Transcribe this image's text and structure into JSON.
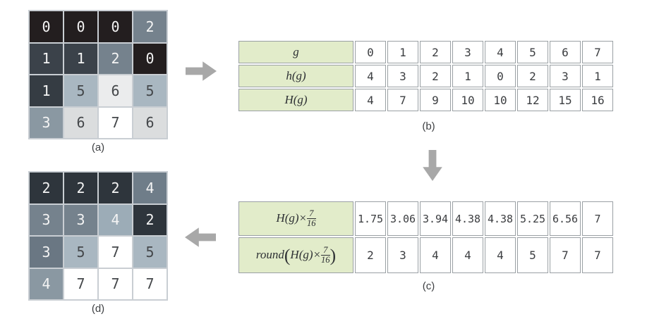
{
  "colors": {
    "arrow": "#a8a8a8",
    "header_green": "#e2ecca",
    "table_border": "#9aa0a4",
    "grid_line": "#c9ced3",
    "caption": "#3d3f42"
  },
  "grid_a": {
    "caption": "(a)",
    "cells": [
      {
        "v": "0",
        "bg": "#231e1f",
        "fg": "#f4f4f4"
      },
      {
        "v": "0",
        "bg": "#231e1f",
        "fg": "#f4f4f4"
      },
      {
        "v": "0",
        "bg": "#231e1f",
        "fg": "#f4f4f4"
      },
      {
        "v": "2",
        "bg": "#75828d",
        "fg": "#f4f4f4"
      },
      {
        "v": "1",
        "bg": "#3b424a",
        "fg": "#f4f4f4"
      },
      {
        "v": "1",
        "bg": "#3b424a",
        "fg": "#f4f4f4"
      },
      {
        "v": "2",
        "bg": "#75828d",
        "fg": "#f4f4f4"
      },
      {
        "v": "0",
        "bg": "#231e1f",
        "fg": "#f4f4f4"
      },
      {
        "v": "1",
        "bg": "#353c43",
        "fg": "#f4f4f4"
      },
      {
        "v": "5",
        "bg": "#a9b7c1",
        "fg": "#44474a"
      },
      {
        "v": "6",
        "bg": "#ebeced",
        "fg": "#44474a"
      },
      {
        "v": "5",
        "bg": "#a9b7c1",
        "fg": "#44474a"
      },
      {
        "v": "3",
        "bg": "#8a98a2",
        "fg": "#f4f4f4"
      },
      {
        "v": "6",
        "bg": "#dbddde",
        "fg": "#44474a"
      },
      {
        "v": "7",
        "bg": "#ffffff",
        "fg": "#44474a"
      },
      {
        "v": "6",
        "bg": "#dbddde",
        "fg": "#44474a"
      }
    ]
  },
  "grid_d": {
    "caption": "(d)",
    "cells": [
      {
        "v": "2",
        "bg": "#2e353c",
        "fg": "#f4f4f4"
      },
      {
        "v": "2",
        "bg": "#2e353c",
        "fg": "#f4f4f4"
      },
      {
        "v": "2",
        "bg": "#2e353c",
        "fg": "#f4f4f4"
      },
      {
        "v": "4",
        "bg": "#6f7d89",
        "fg": "#f4f4f4"
      },
      {
        "v": "3",
        "bg": "#75828d",
        "fg": "#f4f4f4"
      },
      {
        "v": "3",
        "bg": "#75828d",
        "fg": "#f4f4f4"
      },
      {
        "v": "4",
        "bg": "#9cacb7",
        "fg": "#f4f4f4"
      },
      {
        "v": "2",
        "bg": "#2e353c",
        "fg": "#f4f4f4"
      },
      {
        "v": "3",
        "bg": "#6a7783",
        "fg": "#f4f4f4"
      },
      {
        "v": "5",
        "bg": "#a9b7c1",
        "fg": "#44474a"
      },
      {
        "v": "7",
        "bg": "#ffffff",
        "fg": "#44474a"
      },
      {
        "v": "5",
        "bg": "#a9b7c1",
        "fg": "#44474a"
      },
      {
        "v": "4",
        "bg": "#8a98a2",
        "fg": "#f4f4f4"
      },
      {
        "v": "7",
        "bg": "#ffffff",
        "fg": "#44474a"
      },
      {
        "v": "7",
        "bg": "#ffffff",
        "fg": "#44474a"
      },
      {
        "v": "7",
        "bg": "#ffffff",
        "fg": "#44474a"
      }
    ]
  },
  "table_b": {
    "caption": "(b)",
    "rows": [
      {
        "header": "g",
        "values": [
          "0",
          "1",
          "2",
          "3",
          "4",
          "5",
          "6",
          "7"
        ]
      },
      {
        "header": "h(g)",
        "values": [
          "4",
          "3",
          "2",
          "1",
          "0",
          "2",
          "3",
          "1"
        ]
      },
      {
        "header": "H(g)",
        "values": [
          "4",
          "7",
          "9",
          "10",
          "10",
          "12",
          "15",
          "16"
        ]
      }
    ]
  },
  "table_c": {
    "caption": "(c)",
    "rows": [
      {
        "header": {
          "body": "H(g)×",
          "num": "7",
          "den": "16"
        },
        "values": [
          "1.75",
          "3.06",
          "3.94",
          "4.38",
          "4.38",
          "5.25",
          "6.56",
          "7"
        ]
      },
      {
        "header": {
          "func": "round",
          "open": "(",
          "body": "H(g)×",
          "num": "7",
          "den": "16",
          "close": ")"
        },
        "values": [
          "2",
          "3",
          "4",
          "4",
          "4",
          "5",
          "7",
          "7"
        ]
      }
    ]
  }
}
